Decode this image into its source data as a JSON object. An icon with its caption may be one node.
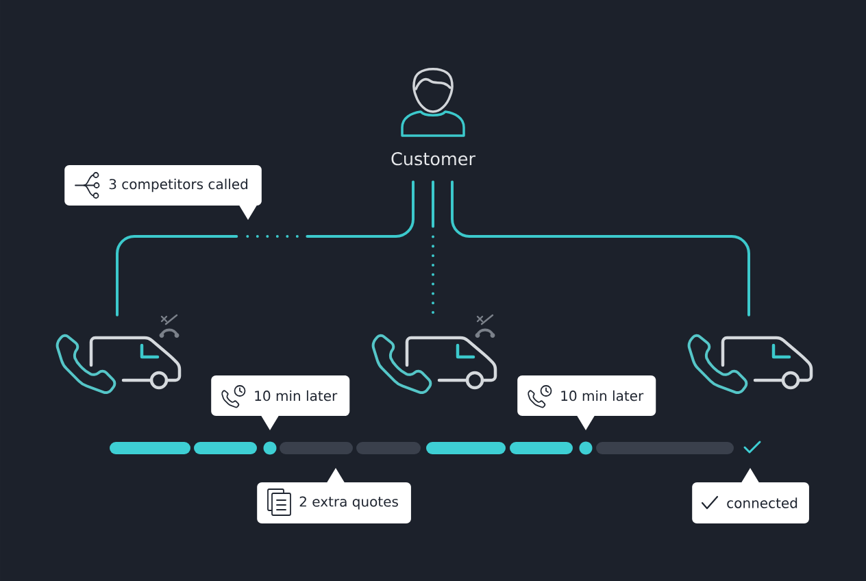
{
  "diagram": {
    "nodes": [
      {
        "text": [
          "Customer"
        ]
      },
      {
        "text": [
          "3 competitors called"
        ]
      },
      {
        "text": [],
        "shape": "picture"
      },
      {
        "text": [],
        "shape": "picture"
      },
      {
        "text": [],
        "shape": "picture"
      },
      {
        "text": [
          "10 min later"
        ]
      },
      {
        "text": [
          "10 min later"
        ]
      },
      {
        "text": [
          "2 extra quotes"
        ]
      },
      {
        "text": [
          "connected"
        ]
      }
    ],
    "edges": [
      {
        "from": 0,
        "to": 2,
        "arrow": "none",
        "style": "dashed"
      },
      {
        "from": 0,
        "to": 3,
        "arrow": "none",
        "style": "dashed"
      },
      {
        "from": 0,
        "to": 4,
        "arrow": "none"
      }
    ]
  }
}
